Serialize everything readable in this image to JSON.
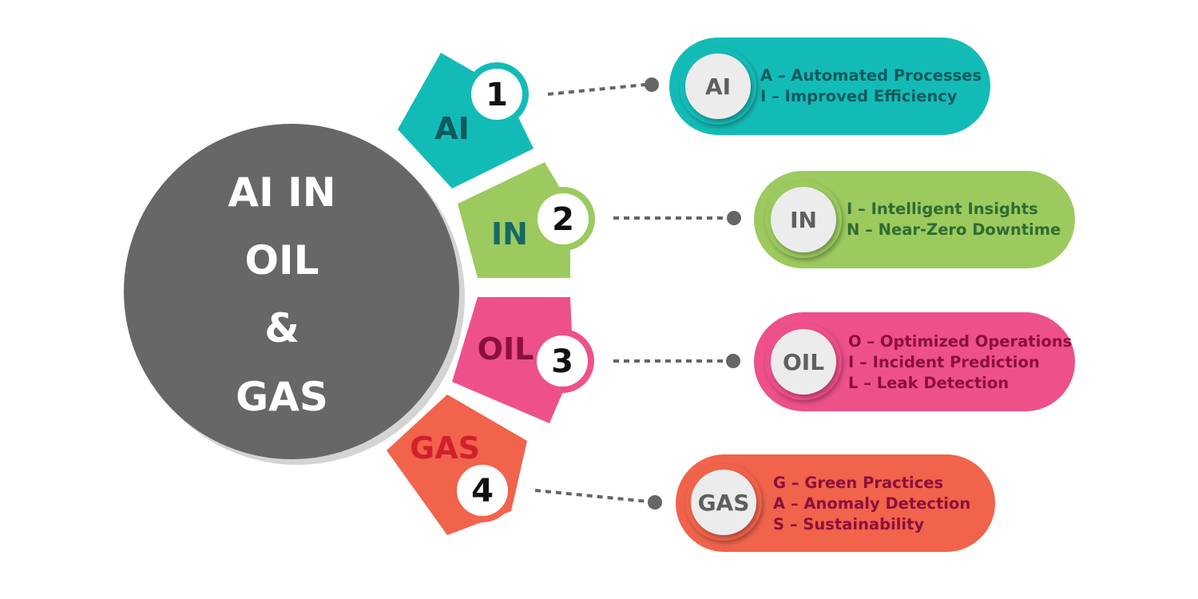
{
  "hub": {
    "lines": [
      "AI IN",
      "OIL",
      "&",
      "GAS"
    ],
    "color": "#676767",
    "text_color": "#ffffff"
  },
  "items": [
    {
      "number": "1",
      "segment_label": "AI",
      "badge_label": "AI",
      "color": "#13bbb7",
      "label_color": "#0f5a5c",
      "descriptions": [
        "A – Automated Processes",
        "I – Improved Efficiency"
      ]
    },
    {
      "number": "2",
      "segment_label": "IN",
      "badge_label": "IN",
      "color": "#9cca5e",
      "label_color": "#176866",
      "descriptions": [
        "I – Intelligent Insights",
        "N – Near-Zero Downtime"
      ]
    },
    {
      "number": "3",
      "segment_label": "OIL",
      "badge_label": "OIL",
      "color": "#ee508a",
      "label_color": "#8c0f3e",
      "descriptions": [
        "O – Optimized Operations",
        "I – Incident Prediction",
        "L – Leak Detection"
      ]
    },
    {
      "number": "4",
      "segment_label": "GAS",
      "badge_label": "GAS",
      "color": "#f1634b",
      "label_color": "#d11f2e",
      "descriptions": [
        "G – Green Practices",
        "A – Anomaly Detection",
        "S – Sustainability"
      ]
    }
  ],
  "connector_color": "#666666"
}
